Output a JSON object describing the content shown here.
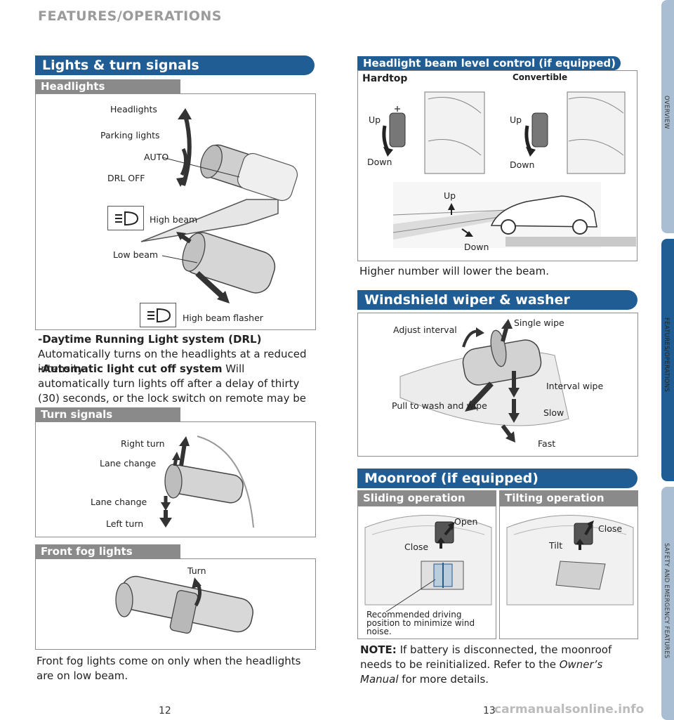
{
  "page": {
    "title": "FEATURES/OPERATIONS",
    "page_left": "12",
    "page_right": "13",
    "watermark": "carmanualsonline.info"
  },
  "side_tabs": [
    {
      "label": "OVERVIEW"
    },
    {
      "label": "FEATURES/OPERATIONS"
    },
    {
      "label": "SAFETY AND EMERGENCY FEATURES"
    }
  ],
  "lights": {
    "section_title": "Lights & turn signals",
    "headlights": {
      "subtitle": "Headlights",
      "labels": {
        "headlights": "Headlights",
        "parking": "Parking lights",
        "auto": "AUTO",
        "drl_off": "DRL OFF",
        "high_beam": "High beam",
        "low_beam": "Low beam",
        "flasher": "High beam flasher"
      }
    },
    "drl_title": "-Daytime Running Light system (DRL)",
    "drl_text": "Automatically turns on the headlights at a reduced intensity.",
    "cutoff_title": "-Automatic light cut off system",
    "cutoff_text": "Will automatically turn lights off after a delay of thirty (30) seconds, or the lock switch on remote may be pushed.",
    "turn_signals": {
      "subtitle": "Turn signals",
      "labels": {
        "right_turn": "Right turn",
        "lane_change_up": "Lane change",
        "lane_change_down": "Lane change",
        "left_turn": "Left turn"
      }
    },
    "fog": {
      "subtitle": "Front fog lights",
      "turn_label": "Turn",
      "text": "Front fog lights come on only when the headlights are on low beam."
    }
  },
  "beam_level": {
    "section_title": "Headlight beam level control (if equipped)",
    "hardtop": "Hardtop",
    "convertible": "Convertible",
    "up": "Up",
    "down": "Down",
    "note": "Higher number will lower the beam."
  },
  "wiper": {
    "section_title": "Windshield wiper & washer",
    "labels": {
      "adjust": "Adjust interval",
      "single": "Single wipe",
      "interval": "Interval wipe",
      "wash": "Pull to wash and wipe",
      "slow": "Slow",
      "fast": "Fast"
    }
  },
  "moonroof": {
    "section_title": "Moonroof (if equipped)",
    "sliding": "Sliding operation",
    "tilting": "Tilting operation",
    "open": "Open",
    "close": "Close",
    "tilt": "Tilt",
    "recommended": "Recommended driving position to minimize wind noise.",
    "note_label": "NOTE:",
    "note_text_1": "If battery is disconnected, the moonroof needs to be reinitialized. Refer to the",
    "note_manual": "Owner’s Manual",
    "note_text_2": "for more details."
  },
  "colors": {
    "section_blue": "#1f5d94",
    "subheader_grey": "#8a8a8a",
    "tab_light": "#a9bed2"
  }
}
